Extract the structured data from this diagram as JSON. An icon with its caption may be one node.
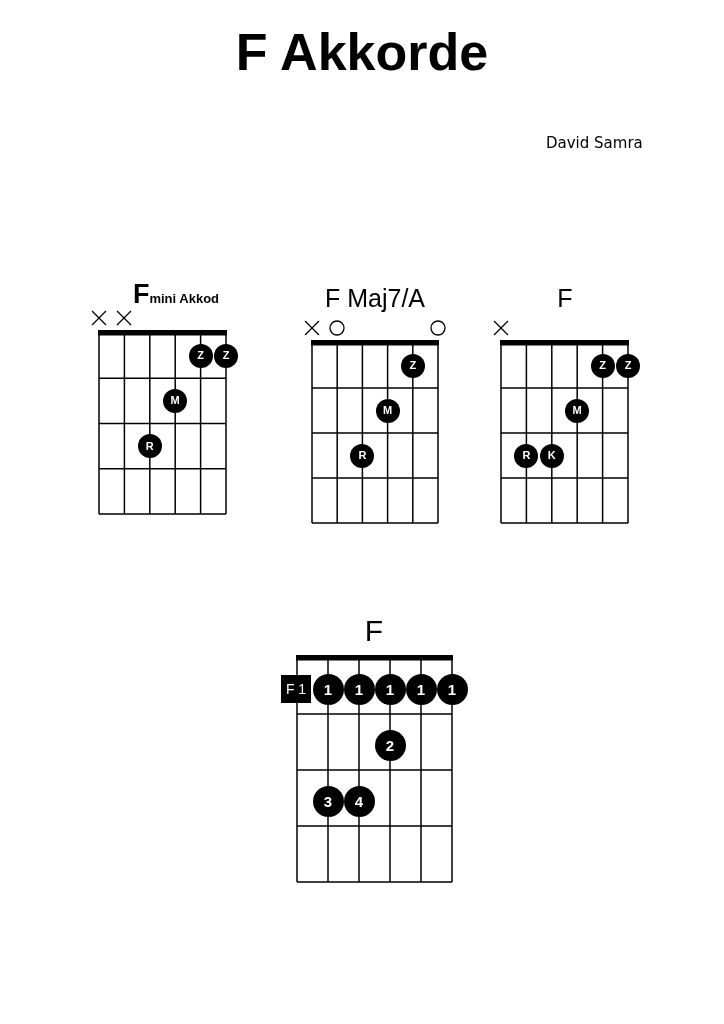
{
  "diagram": {
    "title": "F Akkorde",
    "nodes": [
      {
        "text": [
          "Fmini Akkod"
        ]
      },
      {
        "text": [],
        "shape": "cross",
        "in": 0
      },
      {
        "text": [],
        "shape": "cross",
        "in": 0
      },
      {
        "text": [
          "Z"
        ],
        "in": 0
      },
      {
        "text": [
          "Z"
        ],
        "in": 0
      },
      {
        "text": [
          "M"
        ],
        "in": 0
      },
      {
        "text": [
          "R"
        ],
        "in": 0
      },
      {
        "text": [
          "F Maj7/A"
        ]
      },
      {
        "text": [],
        "shape": "cross",
        "in": 7
      },
      {
        "text": [],
        "shape": "circle",
        "in": 7
      },
      {
        "text": [],
        "shape": "circle",
        "in": 7
      },
      {
        "text": [
          "Z"
        ],
        "in": 7
      },
      {
        "text": [
          "M"
        ],
        "in": 7
      },
      {
        "text": [
          "R"
        ],
        "in": 7
      },
      {
        "text": [
          "F"
        ]
      },
      {
        "text": [],
        "shape": "cross",
        "in": 14
      },
      {
        "text": [
          "Z"
        ],
        "in": 14
      },
      {
        "text": [
          "Z"
        ],
        "in": 14
      },
      {
        "text": [
          "M"
        ],
        "in": 14
      },
      {
        "text": [
          "R"
        ],
        "in": 14
      },
      {
        "text": [
          "K"
        ],
        "in": 14
      },
      {
        "text": [
          "F"
        ]
      },
      {
        "text": [
          "F 1"
        ],
        "in": 21
      },
      {
        "text": [
          "1"
        ],
        "in": 21
      },
      {
        "text": [
          "1"
        ],
        "in": 21
      },
      {
        "text": [
          "1"
        ],
        "in": 21
      },
      {
        "text": [
          "1"
        ],
        "in": 21
      },
      {
        "text": [
          "1"
        ],
        "in": 21
      },
      {
        "text": [
          "2"
        ],
        "in": 21
      },
      {
        "text": [
          "3"
        ],
        "in": 21
      },
      {
        "text": [
          "4"
        ],
        "in": 21
      }
    ],
    "labels": [
      "David Samra"
    ]
  }
}
